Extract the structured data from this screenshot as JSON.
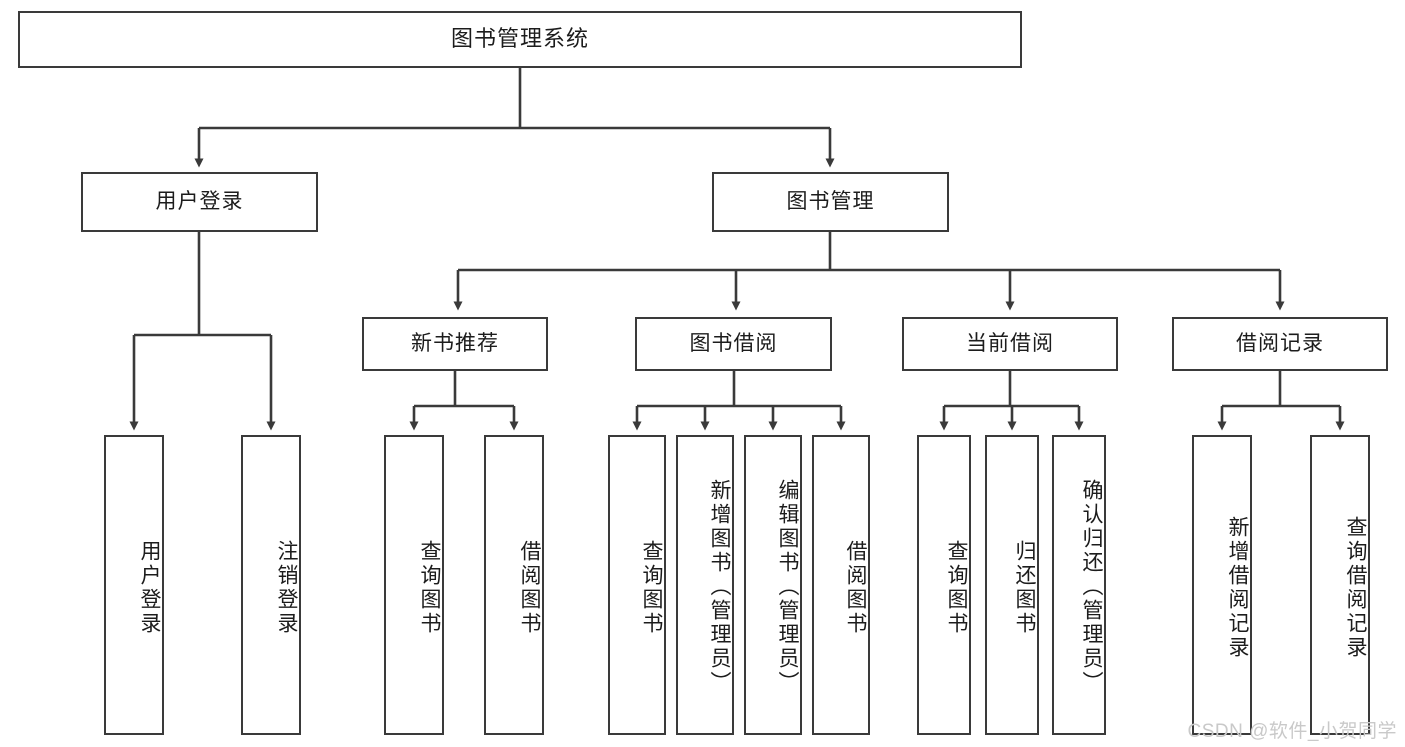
{
  "diagram": {
    "title": "图书管理系统",
    "type": "hierarchy-tree",
    "watermark": "CSDN @软件_小贺同学",
    "colors": {
      "box_border": "#3a3a3a",
      "box_fill": "#ffffff",
      "connector": "#3a3a3a",
      "text": "#1c1c1c",
      "watermark": "#c9c9c9"
    },
    "root": {
      "label": "图书管理系统"
    },
    "level1": [
      {
        "label": "用户登录"
      },
      {
        "label": "图书管理"
      }
    ],
    "level2": [
      {
        "label": "新书推荐"
      },
      {
        "label": "图书借阅"
      },
      {
        "label": "当前借阅"
      },
      {
        "label": "借阅记录"
      }
    ],
    "leaves": {
      "user_login": [
        {
          "label": "用户登录"
        },
        {
          "label": "注销登录"
        }
      ],
      "new_book_recommend": [
        {
          "label": "查询图书"
        },
        {
          "label": "借阅图书"
        }
      ],
      "book_borrow": [
        {
          "label": "查询图书"
        },
        {
          "label": "新增图书（管理员）"
        },
        {
          "label": "编辑图书（管理员）"
        },
        {
          "label": "借阅图书"
        }
      ],
      "current_borrow": [
        {
          "label": "查询图书"
        },
        {
          "label": "归还图书"
        },
        {
          "label": "确认归还（管理员）"
        }
      ],
      "borrow_record": [
        {
          "label": "新增借阅记录"
        },
        {
          "label": "查询借阅记录"
        }
      ]
    }
  }
}
